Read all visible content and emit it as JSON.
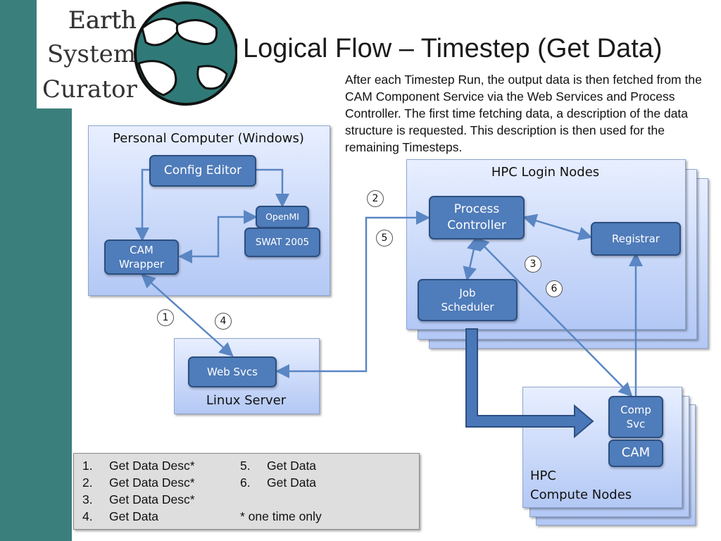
{
  "logo": {
    "line1": "Earth",
    "line2": "System",
    "line3": "Curator"
  },
  "title": "Logical Flow – Timestep (Get Data)",
  "description": "After each Timestep Run, the output data is then fetched from the CAM Component Service via the Web Services and Process Controller. The first time fetching data, a description of the data structure is requested.  This description is then used for the remaining Timesteps.",
  "panels": {
    "pc": "Personal Computer (Windows)",
    "hpc_login": "HPC Login Nodes",
    "linux": "Linux Server",
    "compute": "HPC\nCompute Nodes"
  },
  "nodes": {
    "config_editor": "Config Editor",
    "openmi": "OpenMI",
    "swat": "SWAT 2005",
    "cam_wrapper": "CAM\nWrapper",
    "web_svcs": "Web Svcs",
    "process_controller": "Process\nController",
    "registrar": "Registrar",
    "job_scheduler": "Job\nScheduler",
    "comp_svc": "Comp\nSvc",
    "cam": "CAM"
  },
  "steps": [
    "1",
    "2",
    "3",
    "4",
    "5",
    "6"
  ],
  "legend": {
    "left": [
      {
        "num": "1.",
        "text": "Get Data Desc*"
      },
      {
        "num": "2.",
        "text": "Get Data Desc*"
      },
      {
        "num": "3.",
        "text": "Get Data Desc*"
      },
      {
        "num": "4.",
        "text": "Get Data"
      }
    ],
    "right": [
      {
        "num": "5.",
        "text": "Get Data"
      },
      {
        "num": "6.",
        "text": "Get Data"
      }
    ],
    "note": "* one time only"
  },
  "colors": {
    "sidebar": "#3b7f7c",
    "node": "#4f7cba",
    "arrow": "#5a86c4",
    "big_arrow": "#4a77b8"
  }
}
